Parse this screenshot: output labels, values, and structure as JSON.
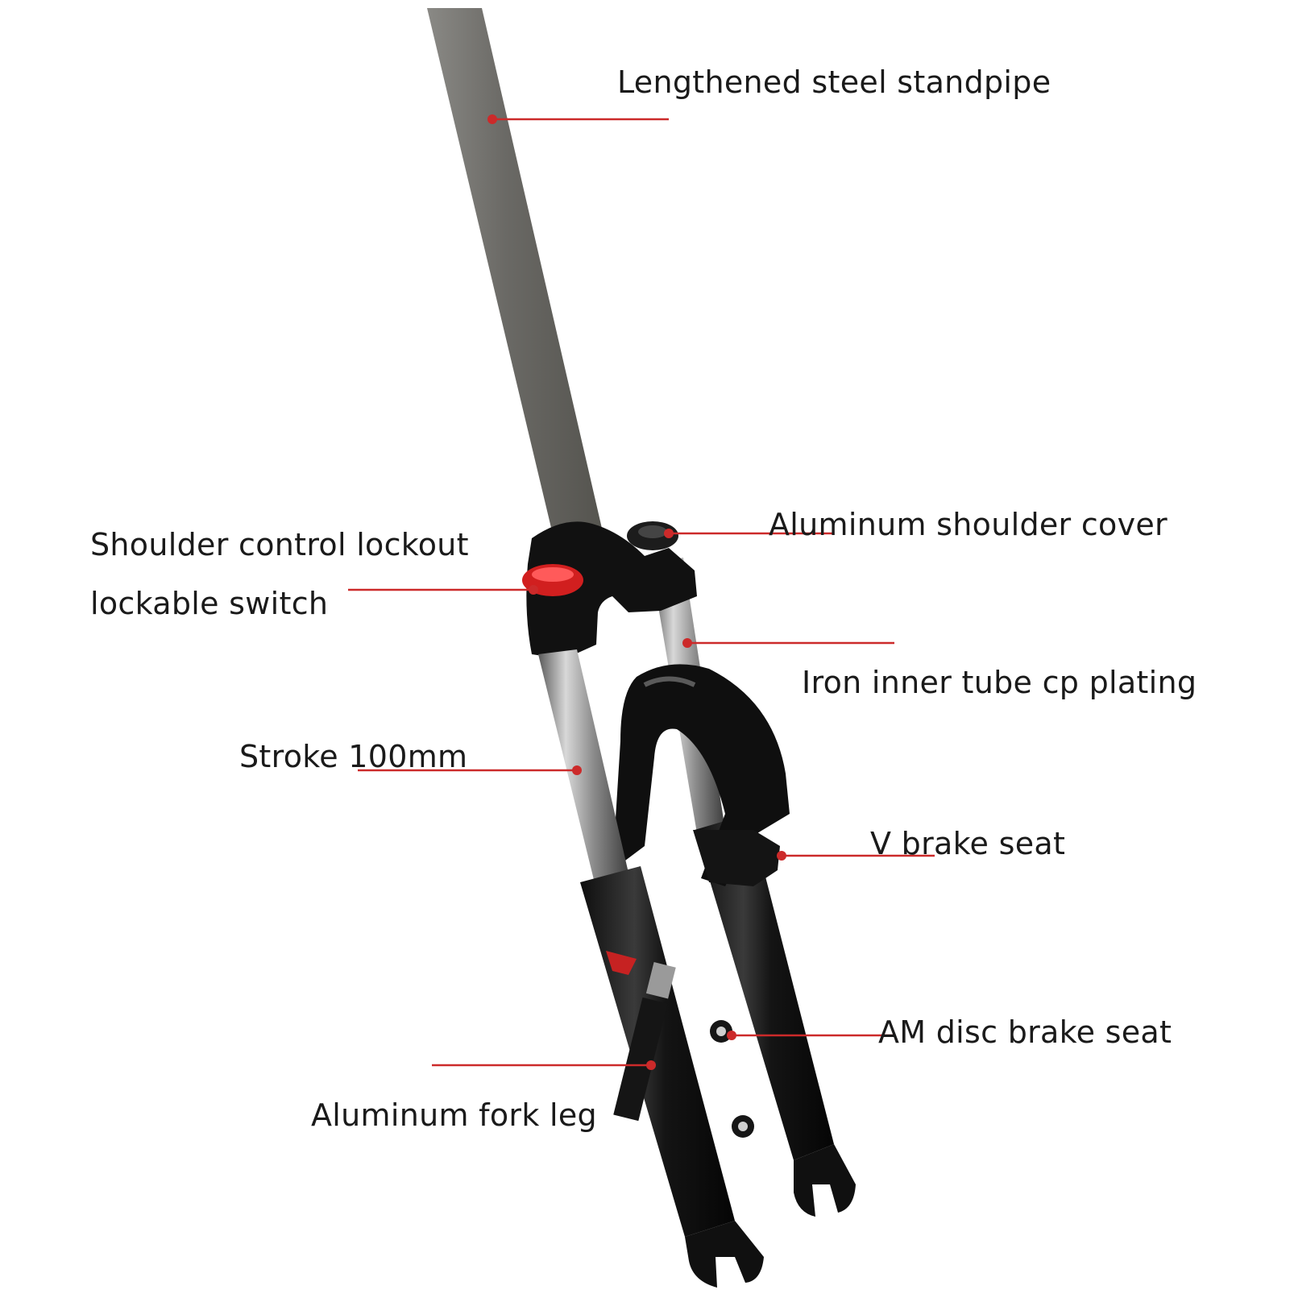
{
  "diagram": {
    "labels": {
      "standpipe": "Lengthened steel standpipe",
      "shoulder_cover": "Aluminum shoulder cover",
      "lockout_line1": "Shoulder control lockout",
      "lockout_line2": "lockable switch",
      "inner_tube": "Iron inner tube cp plating",
      "stroke": "Stroke 100mm",
      "v_brake": "V brake seat",
      "disc_brake": "AM disc brake seat",
      "fork_leg": "Aluminum fork leg"
    },
    "colors": {
      "leader": "#cc2a2a",
      "standpipe": "#6f6e6a",
      "body_black": "#151515",
      "chrome": "#9a9a9a",
      "lockout_red": "#d11f1f"
    }
  }
}
